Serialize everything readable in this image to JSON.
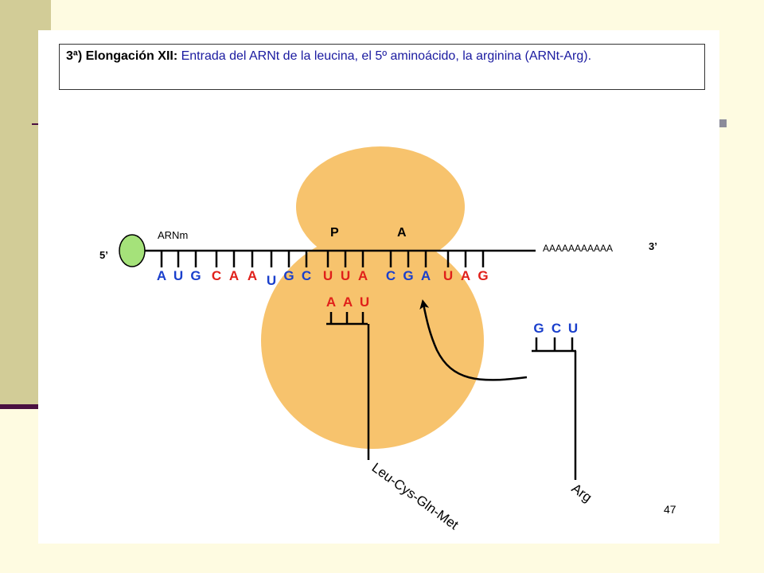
{
  "title": {
    "heading": "3ª) Elongación XII:",
    "text": "Entrada del ARNt de la leucina, el 5º aminoácido, la arginina (ARNt-Arg)."
  },
  "mrna": {
    "label": "ARNm",
    "end5": "5’",
    "end3": "3’",
    "polyA": "AAAAAAAAAAA",
    "codons": [
      {
        "bases": [
          "A",
          "U",
          "G"
        ],
        "color": "#1a3fcc"
      },
      {
        "bases": [
          "C",
          "A",
          "A"
        ],
        "color": "#e0201a"
      },
      {
        "bases": [
          "U",
          "G",
          "C"
        ],
        "color": "#1a3fcc"
      },
      {
        "bases": [
          "U",
          "U",
          "A"
        ],
        "color": "#e0201a"
      },
      {
        "bases": [
          "C",
          "G",
          "A"
        ],
        "color": "#1a3fcc"
      },
      {
        "bases": [
          "U",
          "A",
          "G"
        ],
        "color": "#e0201a"
      }
    ]
  },
  "sites": {
    "p": "P",
    "a": "A"
  },
  "trna_p": {
    "anticodon": [
      "A",
      "A",
      "U"
    ],
    "color": "#e0201a",
    "chain": "Leu-Cys-Gln-Met"
  },
  "trna_incoming": {
    "anticodon": [
      "G",
      "C",
      "U"
    ],
    "color": "#1a3fcc",
    "aminoacid": "Arg"
  },
  "page_number": "47",
  "colors": {
    "ribosome": "#f7c36d",
    "cap": "#a5e27a",
    "background": "#fefbe1",
    "sidebar": "#d2cc97"
  }
}
